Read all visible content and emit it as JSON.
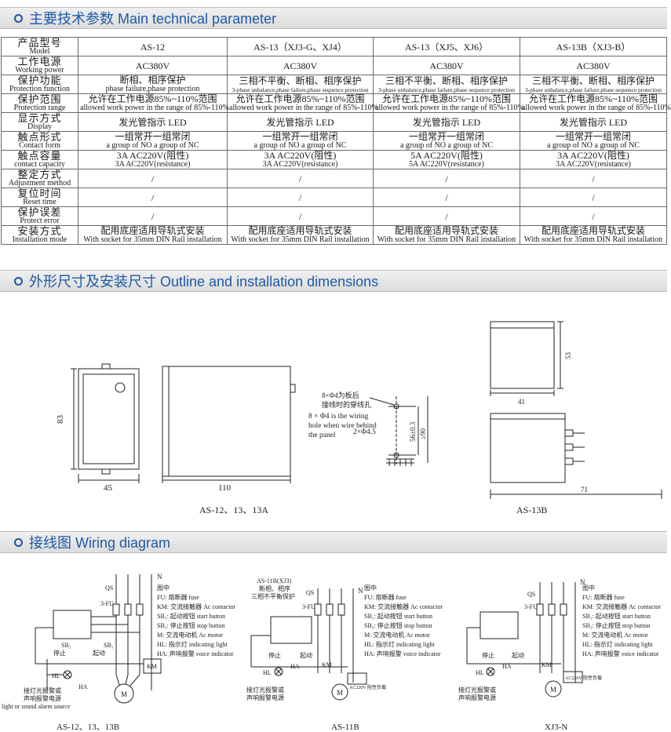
{
  "sections": {
    "params_title": "主要技术参数 Main technical parameter",
    "outline_title": "外形尺寸及安装尺寸 Outline and installation dimensions",
    "wiring_title": "接线图 Wiring diagram"
  },
  "table": {
    "header": {
      "zh": "产品型号",
      "en": "Model"
    },
    "models": [
      "AS-12",
      "AS-13（XJ3-G、XJ4）",
      "AS-13（XJ5、XJ6）",
      "AS-13B（XJ3-B）"
    ],
    "rows": [
      {
        "zh": "工作电源",
        "en": "Working power",
        "cells": [
          {
            "main": "AC380V"
          },
          {
            "main": "AC380V"
          },
          {
            "main": "AC380V"
          },
          {
            "main": "AC380V"
          }
        ]
      },
      {
        "zh": "保护功能",
        "en": "Protection function",
        "cells": [
          {
            "main": "断相、相序保护",
            "sub": "phase failure,phase protection"
          },
          {
            "main": "三相不平衡、断相、相序保护",
            "sub": "3-phase unbalance,phase failure,phase sequence protection"
          },
          {
            "main": "三相不平衡、断相、相序保护",
            "sub": "3-phase unbalance,phase failure,phase sequence protection"
          },
          {
            "main": "三相不平衡、断相、相序保护",
            "sub": "3-phase unbalance,phase failure,phase sequence protection"
          }
        ]
      },
      {
        "zh": "保护范围",
        "en": "Protection range",
        "cells": [
          {
            "main": "允许在工作电源85%~110%范围",
            "sub": "allowed work power in the range of 85%-110%"
          },
          {
            "main": "允许在工作电源85%~110%范围",
            "sub": "allowed work power in the range of 85%-110%"
          },
          {
            "main": "允许在工作电源85%~110%范围",
            "sub": "allowed work power in the range of 85%-110%"
          },
          {
            "main": "允许在工作电源85%~110%范围",
            "sub": "allowed work power in the range of 85%-110%"
          }
        ]
      },
      {
        "zh": "显示方式",
        "en": "Display",
        "cells": [
          {
            "main": "发光管指示 LED"
          },
          {
            "main": "发光管指示 LED"
          },
          {
            "main": "发光管指示 LED"
          },
          {
            "main": "发光管指示 LED"
          }
        ]
      },
      {
        "zh": "触点形式",
        "en": "Contact form",
        "cells": [
          {
            "main": "一组常开一组常闭",
            "sub": "a group of NO a group of NC"
          },
          {
            "main": "一组常开一组常闭",
            "sub": "a group of NO a group of NC"
          },
          {
            "main": "一组常开一组常闭",
            "sub": "a group of NO a group of NC"
          },
          {
            "main": "一组常开一组常闭",
            "sub": "a group of NO a group of NC"
          }
        ]
      },
      {
        "zh": "触点容量",
        "en": "contact capacity",
        "cells": [
          {
            "main": "3A AC220V(阻性)",
            "sub": "3A AC220V(resistance)"
          },
          {
            "main": "3A AC220V(阻性)",
            "sub": "3A AC220V(resistance)"
          },
          {
            "main": "5A AC220V(阻性)",
            "sub": "5A AC220V(resistance)"
          },
          {
            "main": "3A AC220V(阻性)",
            "sub": "3A AC220V(resistance)"
          }
        ]
      },
      {
        "zh": "整定方式",
        "en": "Adjustment method",
        "cells": [
          {
            "main": "/"
          },
          {
            "main": "/"
          },
          {
            "main": "/"
          },
          {
            "main": "/"
          }
        ]
      },
      {
        "zh": "复位时间",
        "en": "Reset time",
        "cells": [
          {
            "main": "/"
          },
          {
            "main": "/"
          },
          {
            "main": "/"
          },
          {
            "main": "/"
          }
        ]
      },
      {
        "zh": "保护误差",
        "en": "Protect error",
        "cells": [
          {
            "main": "/"
          },
          {
            "main": "/"
          },
          {
            "main": "/"
          },
          {
            "main": "/"
          }
        ]
      },
      {
        "zh": "安装方式",
        "en": "Installation mode",
        "cells": [
          {
            "main": "配用底座适用导轨式安装",
            "sub": "With socket for 35mm DIN Rail installation"
          },
          {
            "main": "配用底座适用导轨式安装",
            "sub": "With socket for 35mm DIN Rail installation"
          },
          {
            "main": "配用底座适用导轨式安装",
            "sub": "With socket for 35mm DIN Rail installation"
          },
          {
            "main": "配用底座适用导轨式安装",
            "sub": "With socket for 35mm DIN Rail installation"
          }
        ]
      }
    ]
  },
  "outline": {
    "dim_83": "83",
    "dim_45": "45",
    "dim_110": "110",
    "note_cn_1": "8×Φ4为板后",
    "note_cn_2": "接线时的穿线孔",
    "note_en_1": "8 × Φ4 is the wiring",
    "note_en_2": "hole when wire behind",
    "note_en_3": "the panel",
    "hole_2": "2×Φ4.5",
    "dim_56": "56±0.3",
    "dim_90": "≥90",
    "dim_53": "53",
    "dim_41": "41",
    "dim_71": "71",
    "caption_left": "AS-12、13、13A",
    "caption_right": "AS-13B"
  },
  "wiring": {
    "legend": [
      "图中",
      "FU:  熔断器 fuse",
      "KM:  交流接触器 Ac contactor",
      "SB₁: 起动按钮 start button",
      "SB₂: 停止按钮 stop button",
      "M:   交流电动机 Ac motor",
      "HL:  指示灯 indicating light",
      "HA:  声响报警 voice indicator"
    ],
    "d1": {
      "caption": "AS-12、13、13B",
      "note_1": "接灯光报警或",
      "note_2": "声响报警电源",
      "note_3": "light or sound alarm source",
      "qs": "QS",
      "fu": "3-FU",
      "n": "N",
      "stop": "停止",
      "start": "起动",
      "km": "KM",
      "hl": "HL",
      "ha": "HA",
      "m": "M",
      "sb2": "SB₂",
      "sb1": "SB₁"
    },
    "d2": {
      "caption": "AS-11B",
      "head_1": "AS-11B(XJ3)",
      "head_2": "断相、相序",
      "head_3": "三相不平衡保护",
      "note_1": "接灯光报警或",
      "note_2": "声响报警电源",
      "qs": "QS",
      "fu": "3-FU",
      "n": "N",
      "stop": "停止",
      "start": "起动",
      "hl": "HL",
      "ha": "HA",
      "m": "M",
      "km": "KM",
      "box": "AC220V 阻性负载"
    },
    "d3": {
      "caption": "XJ3-N",
      "note_1": "接灯光报警或",
      "note_2": "声响报警电源",
      "qs": "QS",
      "fu": "3-FU",
      "n": "N",
      "stop": "停止",
      "start": "起动",
      "hl": "HL",
      "ha": "HA",
      "m": "M",
      "km": "KM",
      "box": "AC220V 阻性负载"
    }
  }
}
